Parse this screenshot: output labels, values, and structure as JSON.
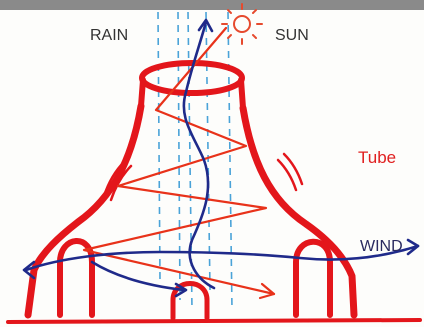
{
  "labels": {
    "rain": "RAIN",
    "sun": "SUN",
    "tube": "Tube",
    "wind": "WIND"
  },
  "colors": {
    "tower": "#e3161b",
    "rain": "#4aa3d8",
    "sun": "#e64a2e",
    "air": "#1f2a8a",
    "reflection": "#e8321a",
    "top_bar": "#8a8a8a",
    "label_text": "#333333",
    "tube_label": "#e02020"
  },
  "icons": {
    "sun": "sun-icon"
  }
}
